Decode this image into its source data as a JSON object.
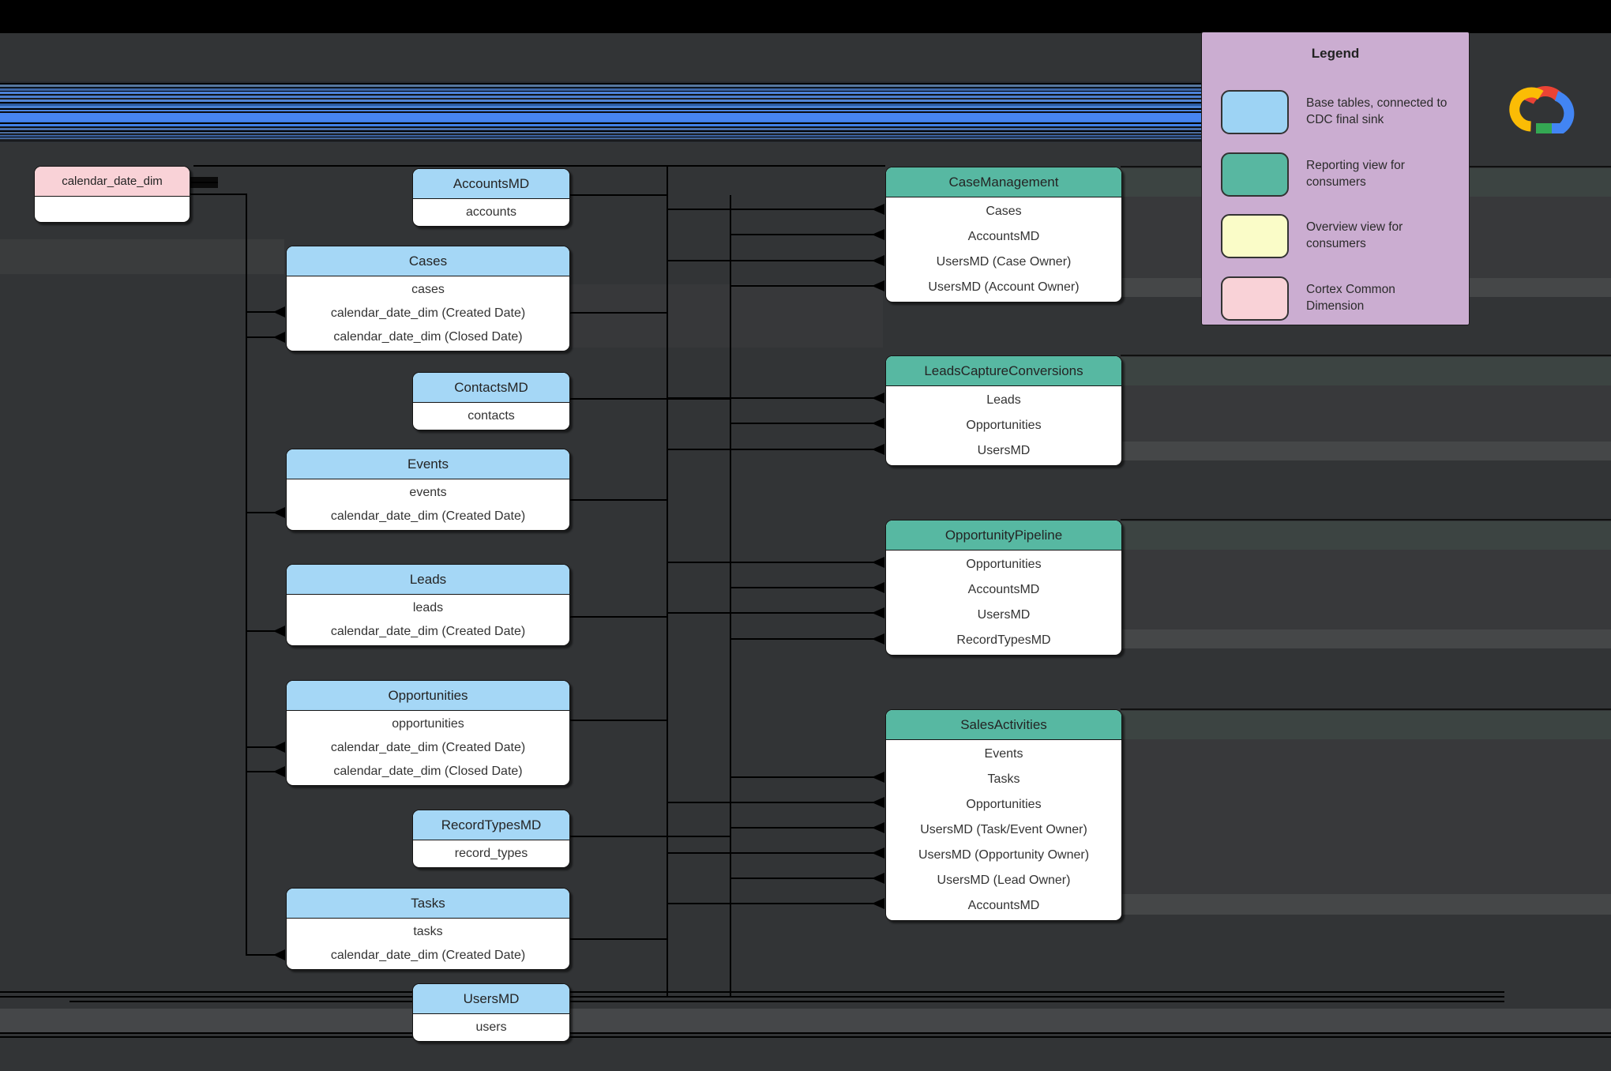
{
  "legend": {
    "title": "Legend",
    "items": [
      {
        "name": "base-tables-swatch",
        "label": "Base tables, connected to CDC final sink",
        "color": "#9dd3f4"
      },
      {
        "name": "reporting-view-swatch",
        "label": "Reporting view for consumers",
        "color": "#58b7a1"
      },
      {
        "name": "overview-view-swatch",
        "label": "Overview view for consumers",
        "color": "#fafcc8"
      },
      {
        "name": "cortex-dimension-swatch",
        "label": "Cortex Common Dimension",
        "color": "#f9d2d7"
      }
    ]
  },
  "logo": {
    "name": "google-cloud-logo"
  },
  "colors": {
    "base_header": "#a5d7f6",
    "view_header": "#57b8a2",
    "dimension_header": "#f9d2d7",
    "legend_background": "#cbadd1",
    "canvas_background": "#323436",
    "banner_blue": "#4785f0"
  },
  "boxes": {
    "calendar_date_dim": {
      "title": "calendar_date_dim",
      "rows": []
    },
    "accounts_md": {
      "title": "AccountsMD",
      "rows": [
        "accounts"
      ]
    },
    "cases": {
      "title": "Cases",
      "rows": [
        "cases",
        "calendar_date_dim (Created Date)",
        "calendar_date_dim (Closed Date)"
      ]
    },
    "contacts_md": {
      "title": "ContactsMD",
      "rows": [
        "contacts"
      ]
    },
    "events": {
      "title": "Events",
      "rows": [
        "events",
        "calendar_date_dim (Created Date)"
      ]
    },
    "leads": {
      "title": "Leads",
      "rows": [
        "leads",
        "calendar_date_dim (Created Date)"
      ]
    },
    "opportunities": {
      "title": "Opportunities",
      "rows": [
        "opportunities",
        "calendar_date_dim (Created Date)",
        "calendar_date_dim (Closed Date)"
      ]
    },
    "record_types_md": {
      "title": "RecordTypesMD",
      "rows": [
        "record_types"
      ]
    },
    "tasks": {
      "title": "Tasks",
      "rows": [
        "tasks",
        "calendar_date_dim (Created Date)"
      ]
    },
    "users_md": {
      "title": "UsersMD",
      "rows": [
        "users"
      ]
    },
    "case_management": {
      "title": "CaseManagement",
      "rows": [
        "Cases",
        "AccountsMD",
        "UsersMD (Case Owner)",
        "UsersMD (Account Owner)"
      ]
    },
    "leads_capture_conversions": {
      "title": "LeadsCaptureConversions",
      "rows": [
        "Leads",
        "Opportunities",
        "UsersMD"
      ]
    },
    "opportunity_pipeline": {
      "title": "OpportunityPipeline",
      "rows": [
        "Opportunities",
        "AccountsMD",
        "UsersMD",
        "RecordTypesMD"
      ]
    },
    "sales_activities": {
      "title": "SalesActivities",
      "rows": [
        "Events",
        "Tasks",
        "Opportunities",
        "UsersMD (Task/Event Owner)",
        "UsersMD (Opportunity Owner)",
        "UsersMD (Lead Owner)",
        "AccountsMD"
      ]
    }
  }
}
